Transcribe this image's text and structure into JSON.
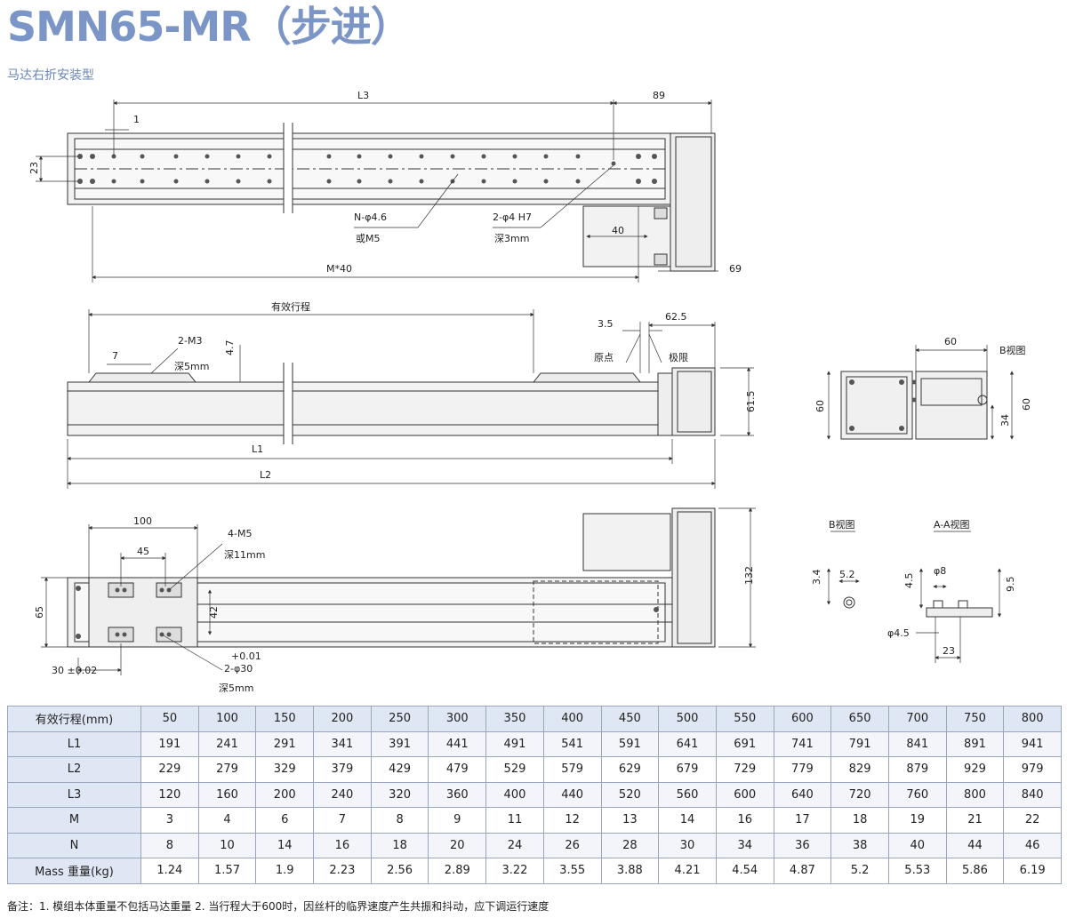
{
  "header": {
    "title": "SMN65-MR（步进）",
    "subtitle": "马达右折安装型"
  },
  "dims": {
    "top": {
      "L3": "L3",
      "d89": "89",
      "d1": "1",
      "d23": "23",
      "n_holes": "N-φ4.6",
      "n_holes_alt": "或M5",
      "pin_holes": "2-φ4 H7",
      "pin_depth": "深3mm",
      "d40": "40",
      "m40": "M*40",
      "d69": "69"
    },
    "side": {
      "stroke": "有效行程",
      "d7": "7",
      "m3": "2-M3",
      "m3_depth": "深5mm",
      "d47": "4.7",
      "d35": "3.5",
      "d625": "62.5",
      "origin": "原点",
      "limit": "极限",
      "d615": "61.5",
      "L1": "L1",
      "L2": "L2"
    },
    "end": {
      "d60w": "60",
      "bview": "B视图",
      "d60h": "60",
      "d60r": "60",
      "d34": "34"
    },
    "bottom": {
      "d100": "100",
      "d45": "45",
      "m5": "4-M5",
      "m5_depth": "深11mm",
      "d65": "65",
      "d42": "42",
      "tol": "+0.01",
      "phi30": "2-φ30",
      "phi30_depth": "深5mm",
      "d30": "30 ±0.02",
      "d132": "132"
    },
    "detail": {
      "bview": "B视图",
      "aaview": "A-A视图",
      "d34": "3.4",
      "d52": "5.2",
      "d45": "4.5",
      "phi8": "φ8",
      "d95": "9.5",
      "phi45": "φ4.5",
      "d23": "23"
    }
  },
  "table": {
    "header_label": "有效行程(mm)",
    "strokes": [
      "50",
      "100",
      "150",
      "200",
      "250",
      "300",
      "350",
      "400",
      "450",
      "500",
      "550",
      "600",
      "650",
      "700",
      "750",
      "800"
    ],
    "rows": [
      {
        "label": "L1",
        "values": [
          "191",
          "241",
          "291",
          "341",
          "391",
          "441",
          "491",
          "541",
          "591",
          "641",
          "691",
          "741",
          "791",
          "841",
          "891",
          "941"
        ]
      },
      {
        "label": "L2",
        "values": [
          "229",
          "279",
          "329",
          "379",
          "429",
          "479",
          "529",
          "579",
          "629",
          "679",
          "729",
          "779",
          "829",
          "879",
          "929",
          "979"
        ]
      },
      {
        "label": "L3",
        "values": [
          "120",
          "160",
          "200",
          "240",
          "320",
          "360",
          "400",
          "440",
          "520",
          "560",
          "600",
          "640",
          "720",
          "760",
          "800",
          "840"
        ]
      },
      {
        "label": "M",
        "values": [
          "3",
          "4",
          "6",
          "7",
          "8",
          "9",
          "11",
          "12",
          "13",
          "14",
          "16",
          "17",
          "18",
          "19",
          "21",
          "22"
        ]
      },
      {
        "label": "N",
        "values": [
          "8",
          "10",
          "14",
          "16",
          "18",
          "20",
          "24",
          "26",
          "28",
          "30",
          "34",
          "36",
          "38",
          "40",
          "44",
          "46"
        ]
      },
      {
        "label": "Mass 重量(kg)",
        "values": [
          "1.24",
          "1.57",
          "1.9",
          "2.23",
          "2.56",
          "2.89",
          "3.22",
          "3.55",
          "3.88",
          "4.21",
          "4.54",
          "4.87",
          "5.2",
          "5.53",
          "5.86",
          "6.19"
        ]
      }
    ]
  },
  "note": "备注：1. 模组本体重量不包括马达重量   2. 当行程大于600时，因丝杆的临界速度产生共振和抖动，应下调运行速度"
}
